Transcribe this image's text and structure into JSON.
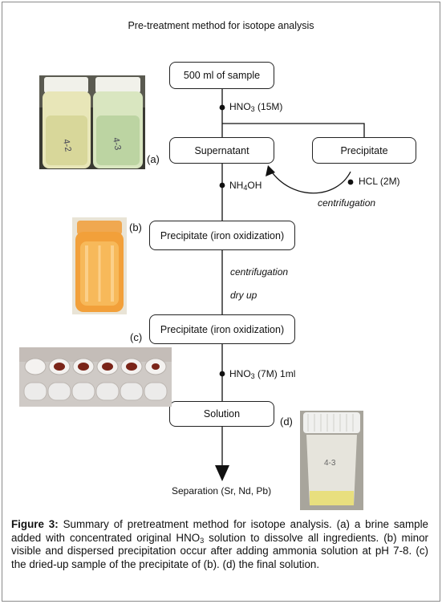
{
  "title": "Pre-treatment method for isotope analysis",
  "boxes": {
    "sample": "500 ml of sample",
    "supernatant": "Supernatant",
    "precipitate": "Precipitate",
    "precip_iron_1": "Precipitate (iron oxidization)",
    "precip_iron_2": "Precipitate (iron oxidization)",
    "solution": "Solution"
  },
  "steps": {
    "hno3_15": {
      "a": "HNO",
      "sub": "3",
      "b": " (15M)"
    },
    "nh4oh": {
      "a": "NH",
      "sub": "4",
      "b": "OH"
    },
    "hcl": "HCL (2M)",
    "centrifugation_1": "centrifugation",
    "centrifugation_2": "centrifugation",
    "dry_up": "dry up",
    "hno3_7": {
      "a": "HNO",
      "sub": "3",
      "b": " (7M) 1ml"
    },
    "separation": "Separation (Sr, Nd, Pb)"
  },
  "photo_tags": {
    "a": "(a)",
    "b": "(b)",
    "c": "(c)",
    "d": "(d)"
  },
  "bottle_labels": {
    "left": "4-2",
    "right": "4-3",
    "d": "4-3"
  },
  "caption": {
    "label": "Figure 3:",
    "t1": " Summary of pretreatment method for isotope analysis. (a) a brine sample added with concentrated original HNO",
    "sub": "3",
    "t2": " solution to dissolve all ingredients. (b) minor visible and dispersed precipitation occur after adding ammonia solution at pH 7-8. (c) the dried-up sample of the precipitate of (b). (d) the final solution."
  }
}
